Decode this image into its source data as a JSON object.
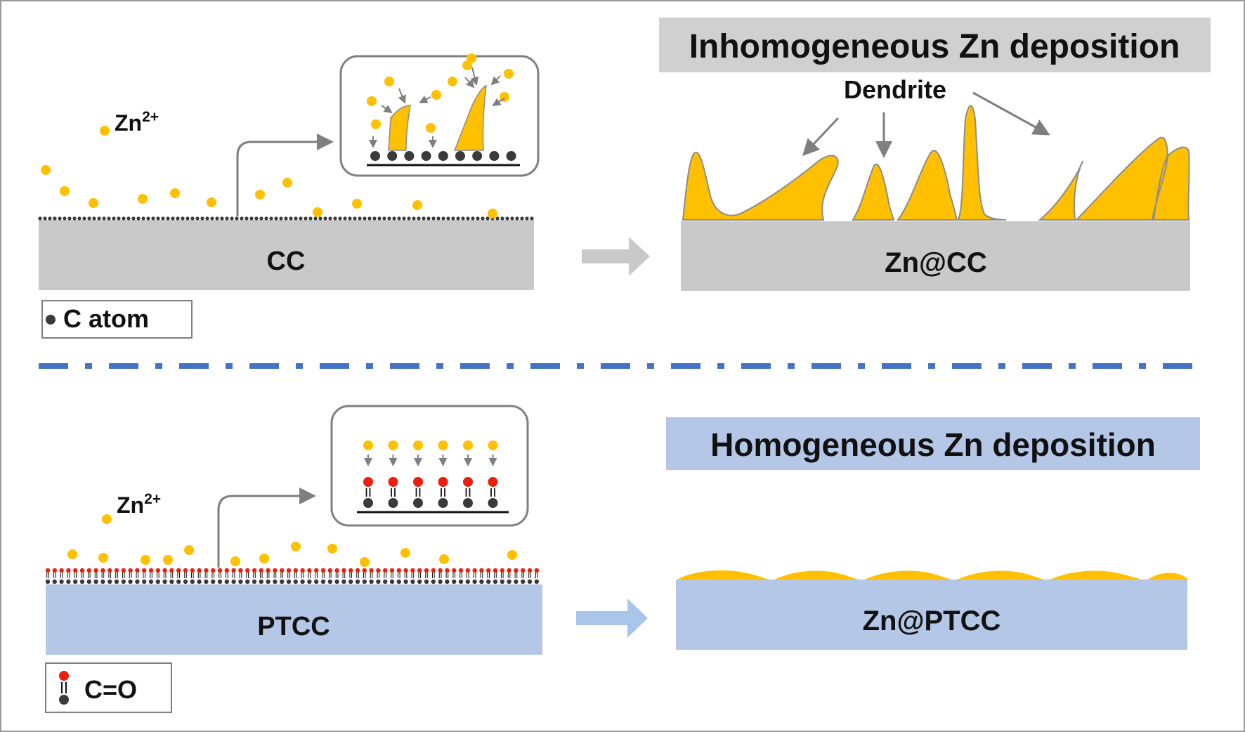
{
  "colors": {
    "zinc": "#FFC000",
    "zinc_outline": "#8C8C8C",
    "carbon": "#3A3A3A",
    "oxygen": "#E8200C",
    "cc_substrate": "#C9C9C9",
    "ptcc_substrate": "#B4C7E7",
    "divider": "#4472C4",
    "arrow_gray": "#7F7F7F",
    "top_banner": "#D0D0D0",
    "bottom_banner": "#B4C7E7"
  },
  "top": {
    "ion_label": "Zn",
    "ion_charge": "2+",
    "substrate_label": "CC",
    "legend_label": "C atom",
    "legend_icon": "carbon-atom-icon",
    "result_label": "Zn@CC",
    "banner": "Inhomogeneous Zn deposition",
    "dendrite_label": "Dendrite"
  },
  "bottom": {
    "ion_label": "Zn",
    "ion_charge": "2+",
    "substrate_label": "PTCC",
    "legend_label": "C=O",
    "legend_icon": "carbonyl-group-icon",
    "result_label": "Zn@PTCC",
    "banner": "Homogeneous Zn deposition"
  }
}
